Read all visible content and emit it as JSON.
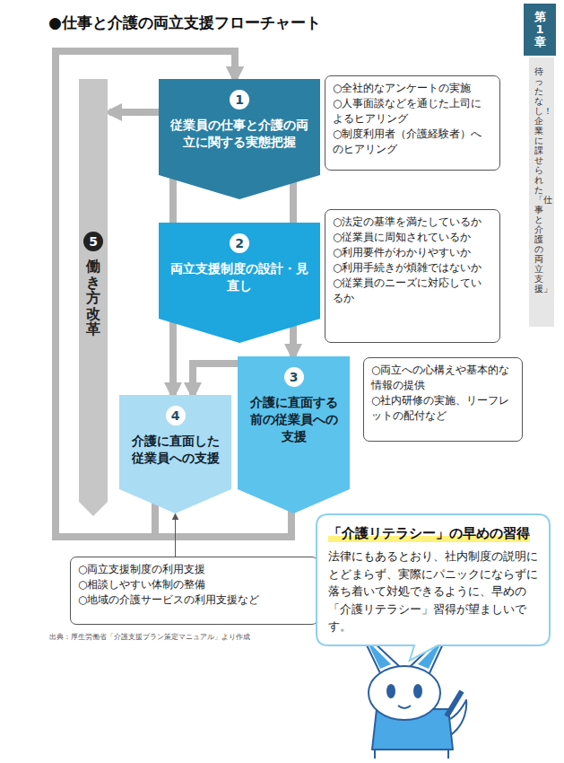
{
  "diagram": {
    "title": "●仕事と介護の両立支援フローチャート",
    "nodes": [
      {
        "text": [
          "第1章"
        ]
      },
      {
        "text": [
          "1",
          "従業員の仕事と介護の両立に関する実態把握"
        ]
      },
      {
        "text": [
          "○全社的なアンケートの実施",
          "○人事面談などを通じた上司によるヒアリング",
          "○制度利用者（介護経験者）へのヒアリング"
        ]
      },
      {
        "text": [
          "5",
          "働き方改革"
        ]
      },
      {
        "text": [
          "2",
          "両立支援制度の設計・見直し"
        ]
      },
      {
        "text": [
          "○法定の基準を満たしているか",
          "○従業員に周知されているか",
          "○利用要件がわかりやすいか",
          "○利用手続きが煩雑ではないか",
          "○従業員のニーズに対応しているか"
        ]
      },
      {
        "text": [
          "3",
          "介護に直面する前の従業員への支援"
        ]
      },
      {
        "text": [
          "○両立への心構えや基本的な情報の提供",
          "○社内研修の実施、リーフレットの配付など"
        ]
      },
      {
        "text": [
          "4",
          "介護に直面した従業員への支援"
        ]
      },
      {
        "text": [
          "○両立支援制度の利用支援",
          "○相談しやすい体制の整備",
          "○地域の介護サービスの利用支援など"
        ]
      },
      {
        "text": [
          "「介護リテラシー」の早めの習得",
          "法律にもあるとおり、社内制度の説明にとどまらず、実際にパニックにならずに落ち着いて対処できるように、早めの「介護リテラシー」習得が望ましいです。"
        ]
      }
    ],
    "edges": [
      {
        "from": 1,
        "to": 3,
        "arrow": "to"
      },
      {
        "from": 1,
        "to": 4,
        "arrow": "none"
      },
      {
        "from": 4,
        "to": 8,
        "arrow": "to"
      },
      {
        "from": 4,
        "to": 6,
        "arrow": "to"
      },
      {
        "from": 6,
        "to": 8,
        "arrow": "to"
      },
      {
        "from": 8,
        "to": 1,
        "arrow": "to"
      },
      {
        "from": 6,
        "to": 1,
        "arrow": "to"
      },
      {
        "from": 9,
        "to": 8,
        "arrow": "to"
      }
    ],
    "labels": [
      "待ったなし！　企業に課せられた「仕事と介護の両立支援」",
      "出典：厚生労働省「介護支援プラン策定マニュアル」より作成"
    ]
  }
}
